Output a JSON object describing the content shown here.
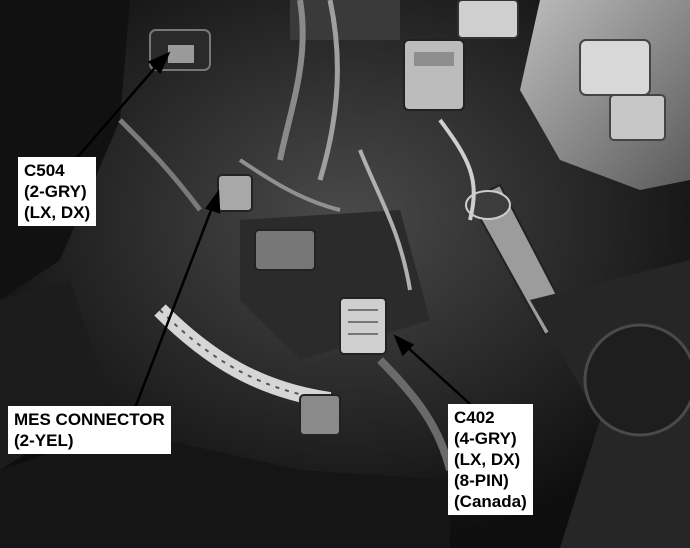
{
  "callouts": {
    "c504": [
      "C504",
      "(2-GRY)",
      "(LX, DX)"
    ],
    "mes": [
      "MES CONNECTOR",
      "(2-YEL)"
    ],
    "c402": [
      "C402",
      "(4-GRY)",
      "(LX, DX)",
      "(8-PIN)",
      "(Canada)"
    ]
  },
  "colors": {
    "label_background": "#ffffff",
    "label_text": "#000000",
    "leader_line": "#000000",
    "photo_tone": "grayscale"
  }
}
